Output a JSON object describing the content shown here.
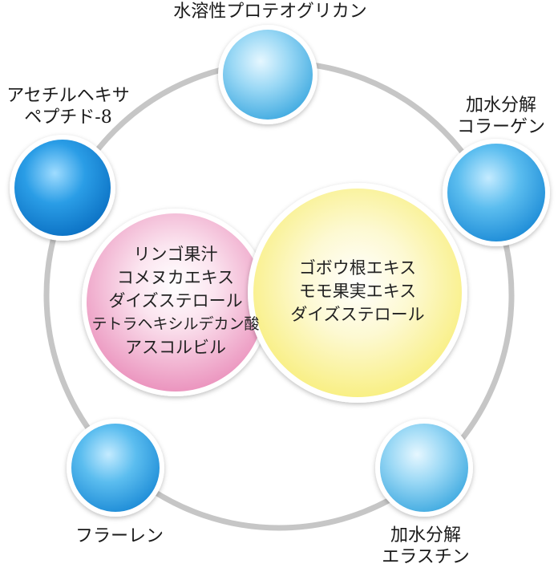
{
  "satellites": [
    {
      "id": "top",
      "lines": [
        "水溶性プロテオグリカン"
      ],
      "color": "light-blue"
    },
    {
      "id": "upper-right",
      "lines": [
        "加水分解",
        "コラーゲン"
      ],
      "color": "blue"
    },
    {
      "id": "lower-right",
      "lines": [
        "加水分解",
        "エラスチン"
      ],
      "color": "light-blue"
    },
    {
      "id": "lower-left",
      "lines": [
        "フラーレン"
      ],
      "color": "blue"
    },
    {
      "id": "upper-left",
      "lines": [
        "アセチルヘキサ",
        "ペプチド-8"
      ],
      "color": "dark-blue"
    }
  ],
  "center_left": {
    "lines": [
      "リンゴ果汁",
      "コメヌカエキス",
      "ダイズステロール",
      "テトラヘキシルデカン酸",
      "アスコルビル"
    ],
    "color": "#f0a6c8"
  },
  "center_right": {
    "lines": [
      "ゴボウ根エキス",
      "モモ果実エキス",
      "ダイズステロール"
    ],
    "color": "#fbf28c"
  },
  "colors": {
    "ring": "#c8c8c8",
    "light_blue": "#7fcdf0",
    "blue": "#3aaae6",
    "dark_blue": "#1f8fdc",
    "pink": "#f0a6c8",
    "yellow": "#fbf28c"
  }
}
